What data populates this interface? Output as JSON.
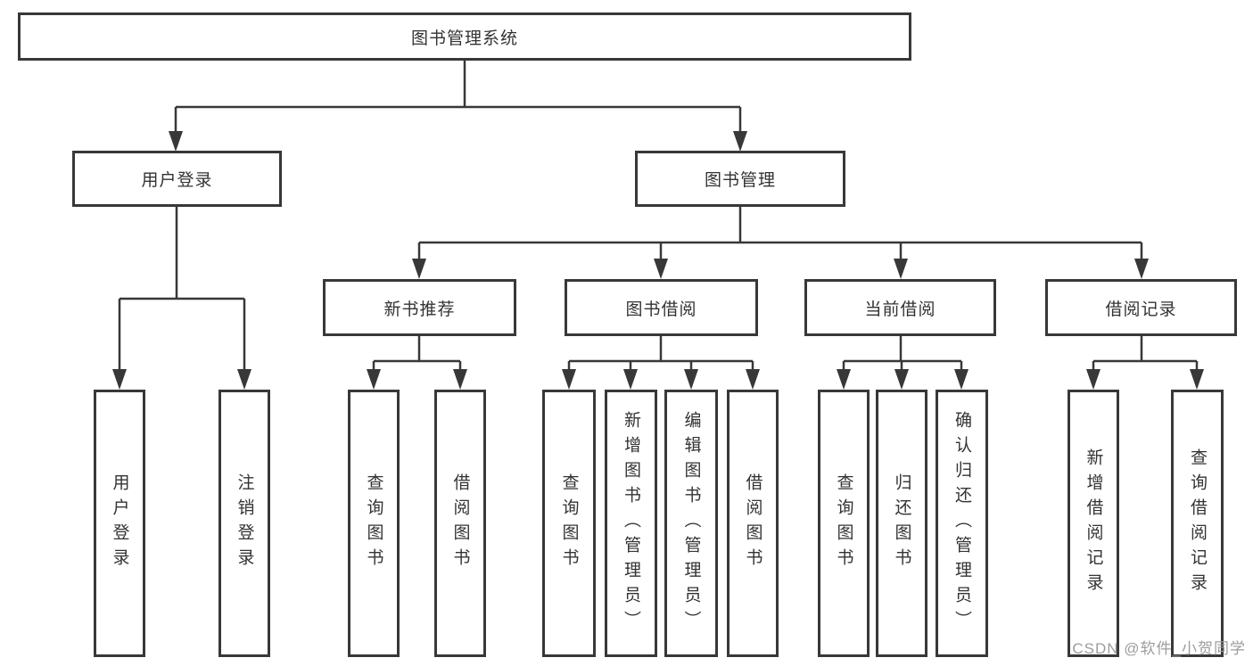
{
  "tree": {
    "root": {
      "label": "图书管理系统"
    },
    "branches": [
      {
        "label": "用户登录",
        "children": [
          "用户登录",
          "注销登录"
        ]
      },
      {
        "label": "图书管理",
        "sections": [
          {
            "label": "新书推荐",
            "children": [
              "查询图书",
              "借阅图书"
            ]
          },
          {
            "label": "图书借阅",
            "children": [
              "查询图书",
              "新增图书（管理员）",
              "编辑图书（管理员）",
              "借阅图书"
            ]
          },
          {
            "label": "当前借阅",
            "children": [
              "查询图书",
              "归还图书",
              "确认归还（管理员）"
            ]
          },
          {
            "label": "借阅记录",
            "children": [
              "新增借阅记录",
              "查询借阅记录"
            ]
          }
        ]
      }
    ]
  },
  "watermark": "CSDN @软件_小贺同学",
  "colors": {
    "line": "#383838",
    "text": "#333333",
    "background": "#ffffff",
    "watermark": "#9d9d9d"
  }
}
